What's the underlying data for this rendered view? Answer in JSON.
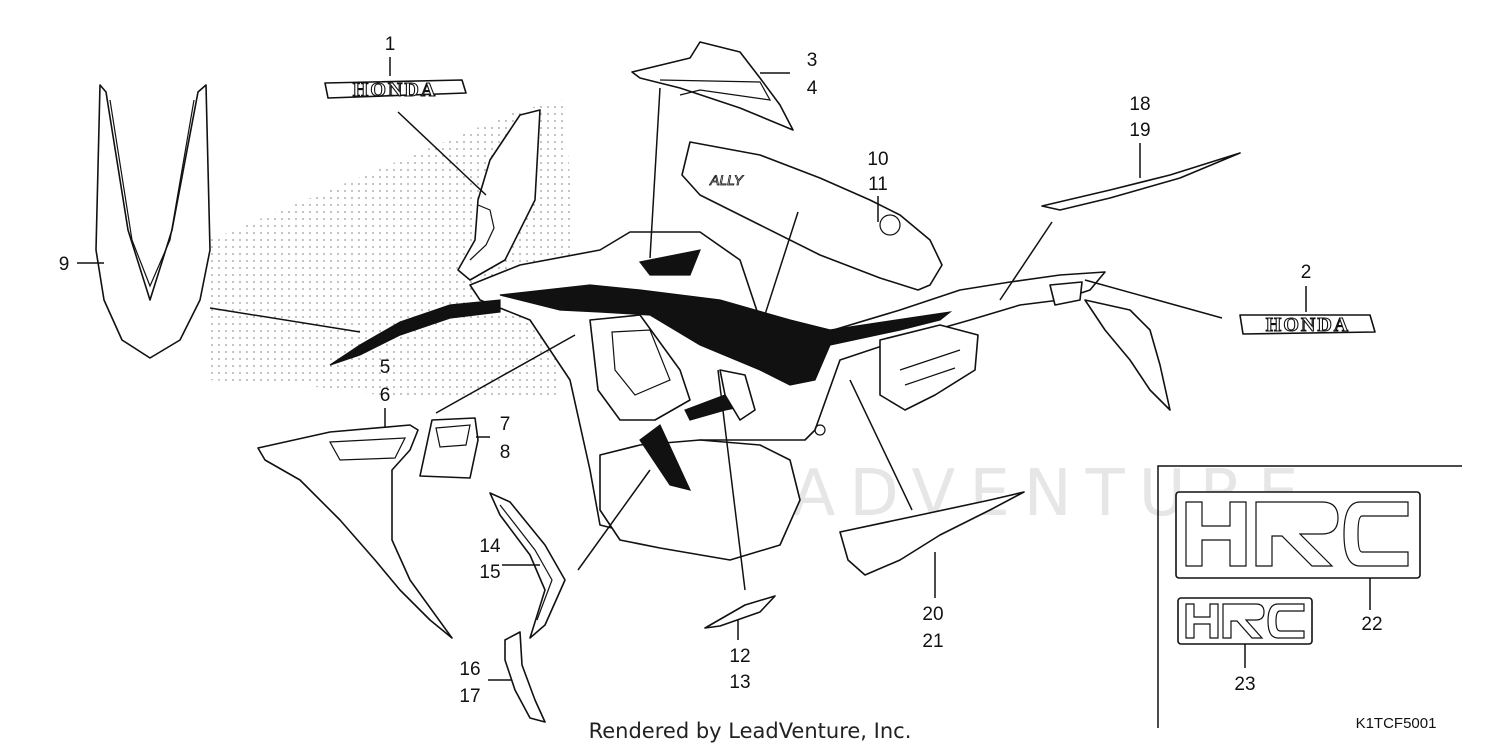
{
  "diagram": {
    "callouts": [
      "1",
      "2",
      "3",
      "4",
      "5",
      "6",
      "7",
      "8",
      "9",
      "10",
      "11",
      "12",
      "13",
      "14",
      "15",
      "16",
      "17",
      "18",
      "19",
      "20",
      "21",
      "22",
      "23"
    ],
    "emblem_text_1": "HONDA",
    "emblem_text_2": "HONDA",
    "decal_text": "ALLY",
    "watermark": "LEADVENTURE",
    "credit": "Rendered by LeadVenture, Inc.",
    "code": "K1TCF5001"
  }
}
